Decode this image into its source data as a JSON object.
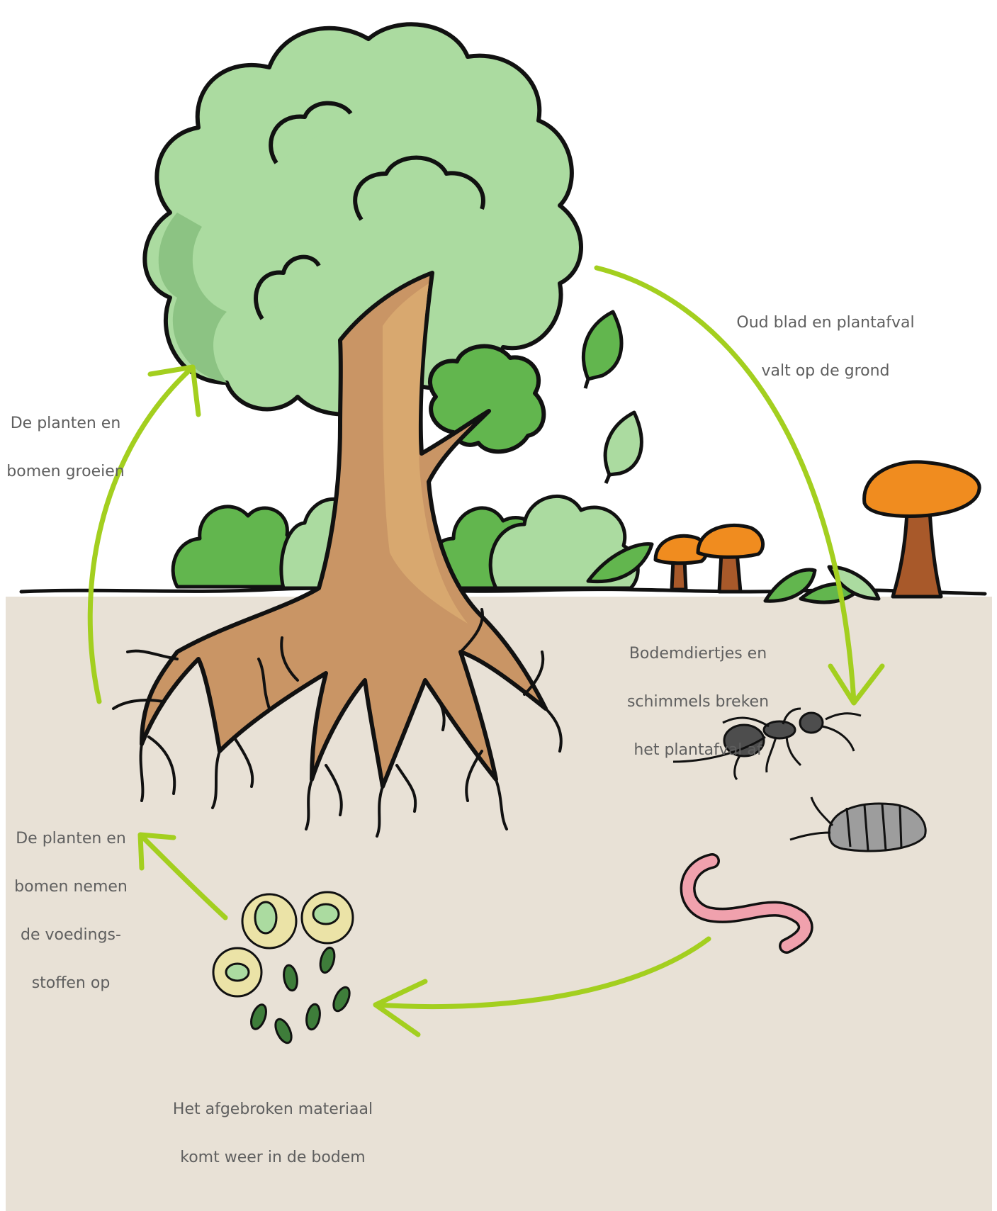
{
  "captions": {
    "fall": {
      "line1": "Oud blad en plantafval",
      "line2": "valt op de grond"
    },
    "decompose": {
      "line1": "Bodemdiertjes en",
      "line2": "schimmels breken",
      "line3": "het plantafval af"
    },
    "return": {
      "line1": "Het afgebroken materiaal",
      "line2": "komt weer in de bodem"
    },
    "absorb": {
      "line1": "De planten en",
      "line2": "bomen nemen",
      "line3": "de voedings-",
      "line4": "stoffen op"
    },
    "grow": {
      "line1": "De planten en",
      "line2": "bomen groeien"
    }
  },
  "colors": {
    "soil": "#e8e1d6",
    "canopy": "#abdba0",
    "canopy_shade": "#8cc383",
    "leaf_dark": "#5db54a",
    "trunk": "#c99565",
    "trunk_light": "#d8a86f",
    "arrow": "#a3cf1f",
    "mushroom_cap": "#f08c1f",
    "mushroom_stem": "#a8592a",
    "worm": "#f0a1ad",
    "ant": "#4d4d4d",
    "woodlouse": "#9d9d9d",
    "bacteria": "#3e7d3a",
    "fungus_cell": "#ebe3a7"
  }
}
